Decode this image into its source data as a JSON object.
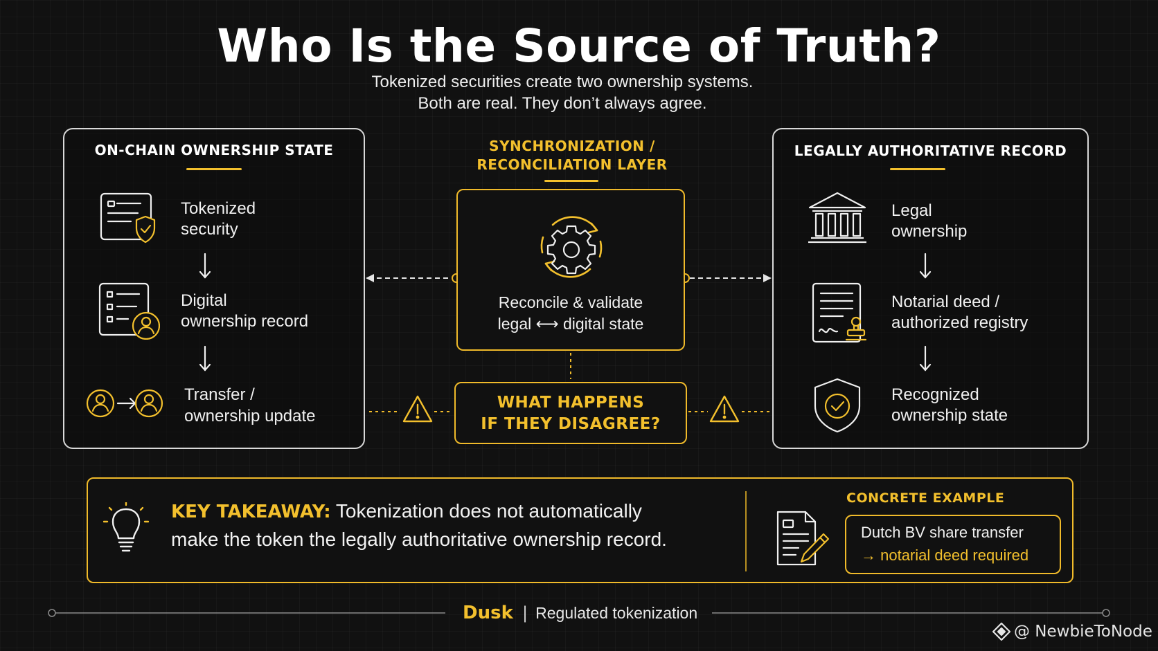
{
  "title": "Who Is the Source of Truth?",
  "subtitle": {
    "line1": "Tokenized securities create two ownership systems.",
    "line2": "Both are real. They don’t always agree."
  },
  "left_panel": {
    "title": "ON-CHAIN OWNERSHIP STATE",
    "items": [
      {
        "line1": "Tokenized",
        "line2": "security",
        "icon": "token-document-shield-icon"
      },
      {
        "line1": "Digital",
        "line2": "ownership record",
        "icon": "checklist-user-icon"
      },
      {
        "line1": "Transfer /",
        "line2": "ownership update",
        "icon": "user-transfer-icon"
      }
    ]
  },
  "center": {
    "title_line1": "SYNCHRONIZATION /",
    "title_line2": "RECONCILIATION LAYER",
    "box_line1": "Reconcile & validate",
    "box_line2": "legal ⟷ digital state",
    "disagree_line1": "WHAT HAPPENS",
    "disagree_line2": "IF THEY DISAGREE?"
  },
  "right_panel": {
    "title": "LEGALLY AUTHORITATIVE RECORD",
    "items": [
      {
        "line1": "Legal",
        "line2": "ownership",
        "icon": "courthouse-icon"
      },
      {
        "line1": "Notarial deed /",
        "line2": "authorized registry",
        "icon": "deed-stamp-icon"
      },
      {
        "line1": "Recognized",
        "line2": "ownership state",
        "icon": "shield-check-icon"
      }
    ]
  },
  "takeaway": {
    "key": "KEY TAKEAWAY:",
    "line1": "Tokenization does not automatically",
    "line2": "make the token the legally authoritative ownership record."
  },
  "example": {
    "title": "CONCRETE EXAMPLE",
    "line1": "Dutch BV share transfer",
    "line2": "→ notarial deed required"
  },
  "footer": {
    "brand": "Dusk",
    "separator": "|",
    "text": "Regulated tokenization",
    "watermark": "@ NewbieToNode"
  },
  "colors": {
    "accent": "#f3c02d",
    "background": "#111111",
    "panel_border": "#d9d9d9"
  }
}
